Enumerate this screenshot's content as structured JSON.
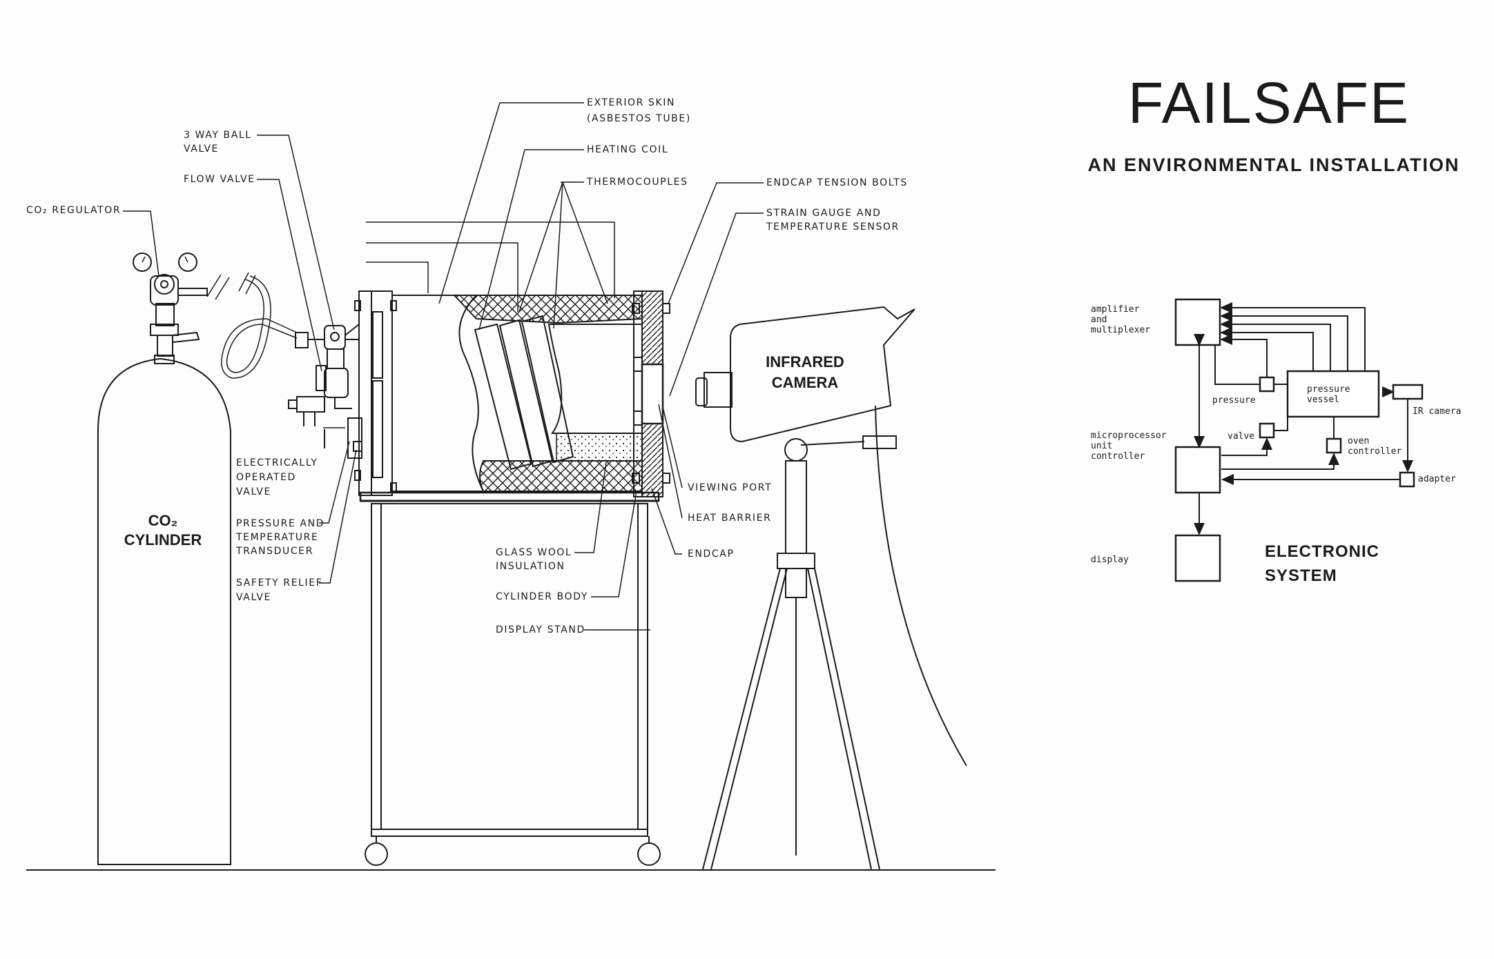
{
  "title": "FAILSAFE",
  "subtitle": "AN ENVIRONMENTAL INSTALLATION",
  "installation": {
    "co2_regulator": "CO₂  REGULATOR",
    "three_way_valve": [
      "3  WAY  BALL",
      "VALVE"
    ],
    "flow_valve": "FLOW  VALVE",
    "electric_valve": [
      "ELECTRICALLY",
      "OPERATED",
      "VALVE"
    ],
    "transducer": [
      "PRESSURE  AND",
      "TEMPERATURE",
      "TRANSDUCER"
    ],
    "relief_valve": [
      "SAFETY  RELIEF",
      "VALVE"
    ],
    "cylinder": [
      "CO₂",
      "CYLINDER"
    ],
    "exterior_skin": [
      "EXTERIOR  SKIN",
      "(ASBESTOS  TUBE)"
    ],
    "heating_coil": "HEATING  COIL",
    "thermocouples": "THERMOCOUPLES",
    "tension_bolts": "ENDCAP  TENSION  BOLTS",
    "strain_gauge": [
      "STRAIN  GAUGE  AND",
      "TEMPERATURE  SENSOR"
    ],
    "viewing_port": "VIEWING  PORT",
    "heat_barrier": "HEAT  BARRIER",
    "endcap": "ENDCAP",
    "glass_wool": [
      "GLASS  WOOL",
      "INSULATION"
    ],
    "cylinder_body": "CYLINDER  BODY",
    "display_stand": "DISPLAY  STAND",
    "camera": [
      "INFRARED",
      "CAMERA"
    ]
  },
  "electronic_system": {
    "title": [
      "ELECTRONIC",
      "SYSTEM"
    ],
    "amplifier": [
      "amplifier",
      "and",
      "multiplexer"
    ],
    "microprocessor": [
      "microprocessor",
      "unit",
      "controller"
    ],
    "display": "display",
    "pressure": "pressure",
    "pressure_vessel": [
      "pressure",
      "vessel"
    ],
    "ir_camera": "IR camera",
    "valve": "valve",
    "oven_controller": [
      "oven",
      "controller"
    ],
    "adapter": "adapter"
  }
}
